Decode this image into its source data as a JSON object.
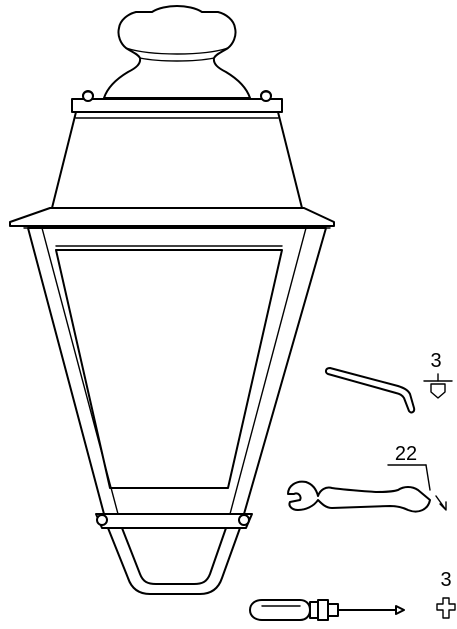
{
  "tools": {
    "hex_key": {
      "label": "3",
      "icon": "hex-socket-icon"
    },
    "wrench": {
      "label": "22",
      "icon": "open-end-wrench-icon"
    },
    "screwdriver": {
      "label": "3",
      "icon": "phillips-cross-icon"
    }
  },
  "colors": {
    "stroke": "#000000",
    "fill": "#ffffff"
  }
}
